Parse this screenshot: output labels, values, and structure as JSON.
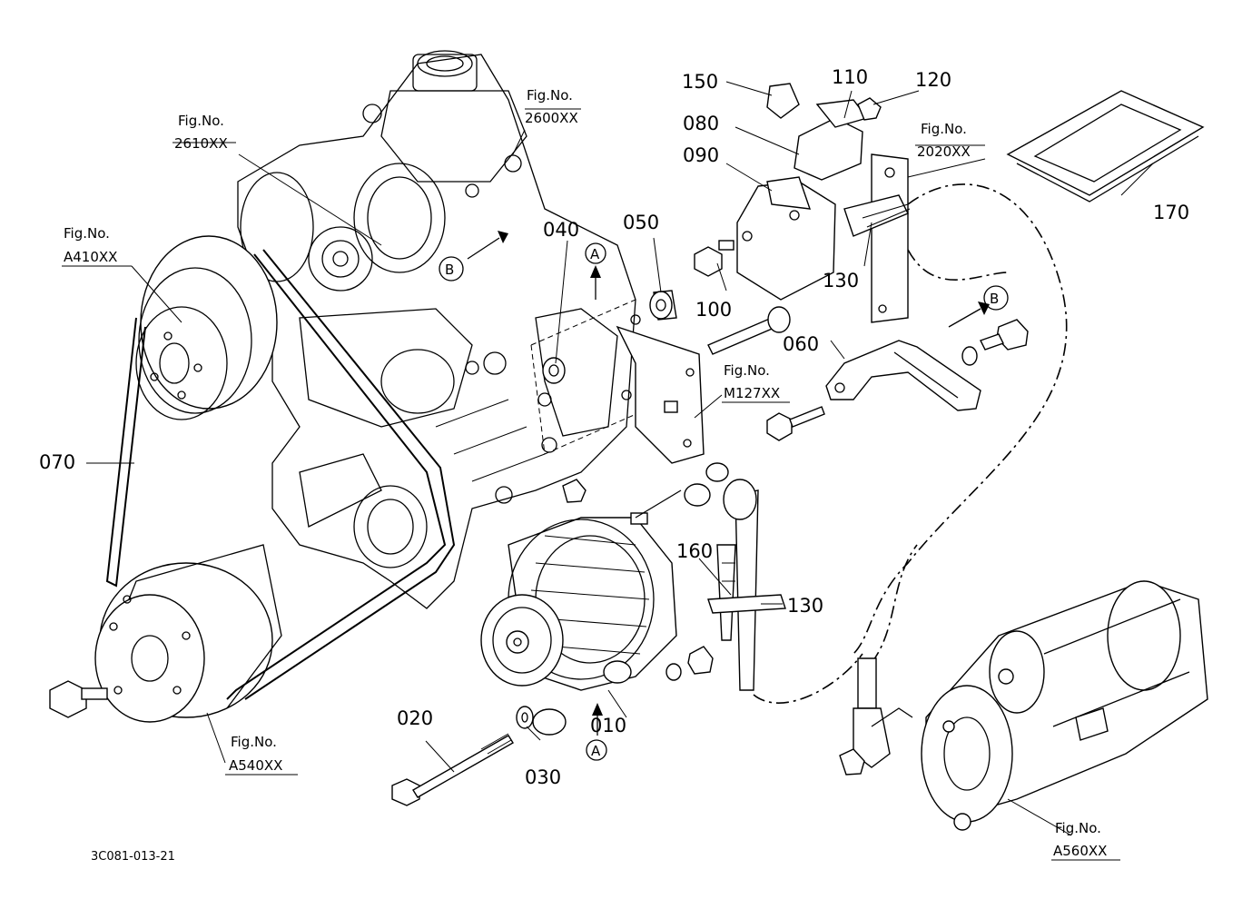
{
  "parts": {
    "p010": "010",
    "p020": "020",
    "p030": "030",
    "p040": "040",
    "p050": "050",
    "p060": "060",
    "p070": "070",
    "p080": "080",
    "p090": "090",
    "p100": "100",
    "p110": "110",
    "p120": "120",
    "p130a": "130",
    "p130b": "130",
    "p150": "150",
    "p160": "160",
    "p170": "170"
  },
  "figrefs": {
    "f2610": {
      "title": "Fig.No.",
      "num": "2610XX"
    },
    "f2600": {
      "title": "Fig.No.",
      "num": "2600XX"
    },
    "fA410": {
      "title": "Fig.No.",
      "num": "A410XX"
    },
    "f2020": {
      "title": "Fig.No.",
      "num": "2020XX"
    },
    "fM127": {
      "title": "Fig.No.",
      "num": "M127XX"
    },
    "fA540": {
      "title": "Fig.No.",
      "num": "A540XX"
    },
    "fA560": {
      "title": "Fig.No.",
      "num": "A560XX"
    }
  },
  "markers": {
    "a_top": "A",
    "a_bottom": "A",
    "b_left": "B",
    "b_right": "B"
  },
  "drawing_code": "3C081-013-21"
}
